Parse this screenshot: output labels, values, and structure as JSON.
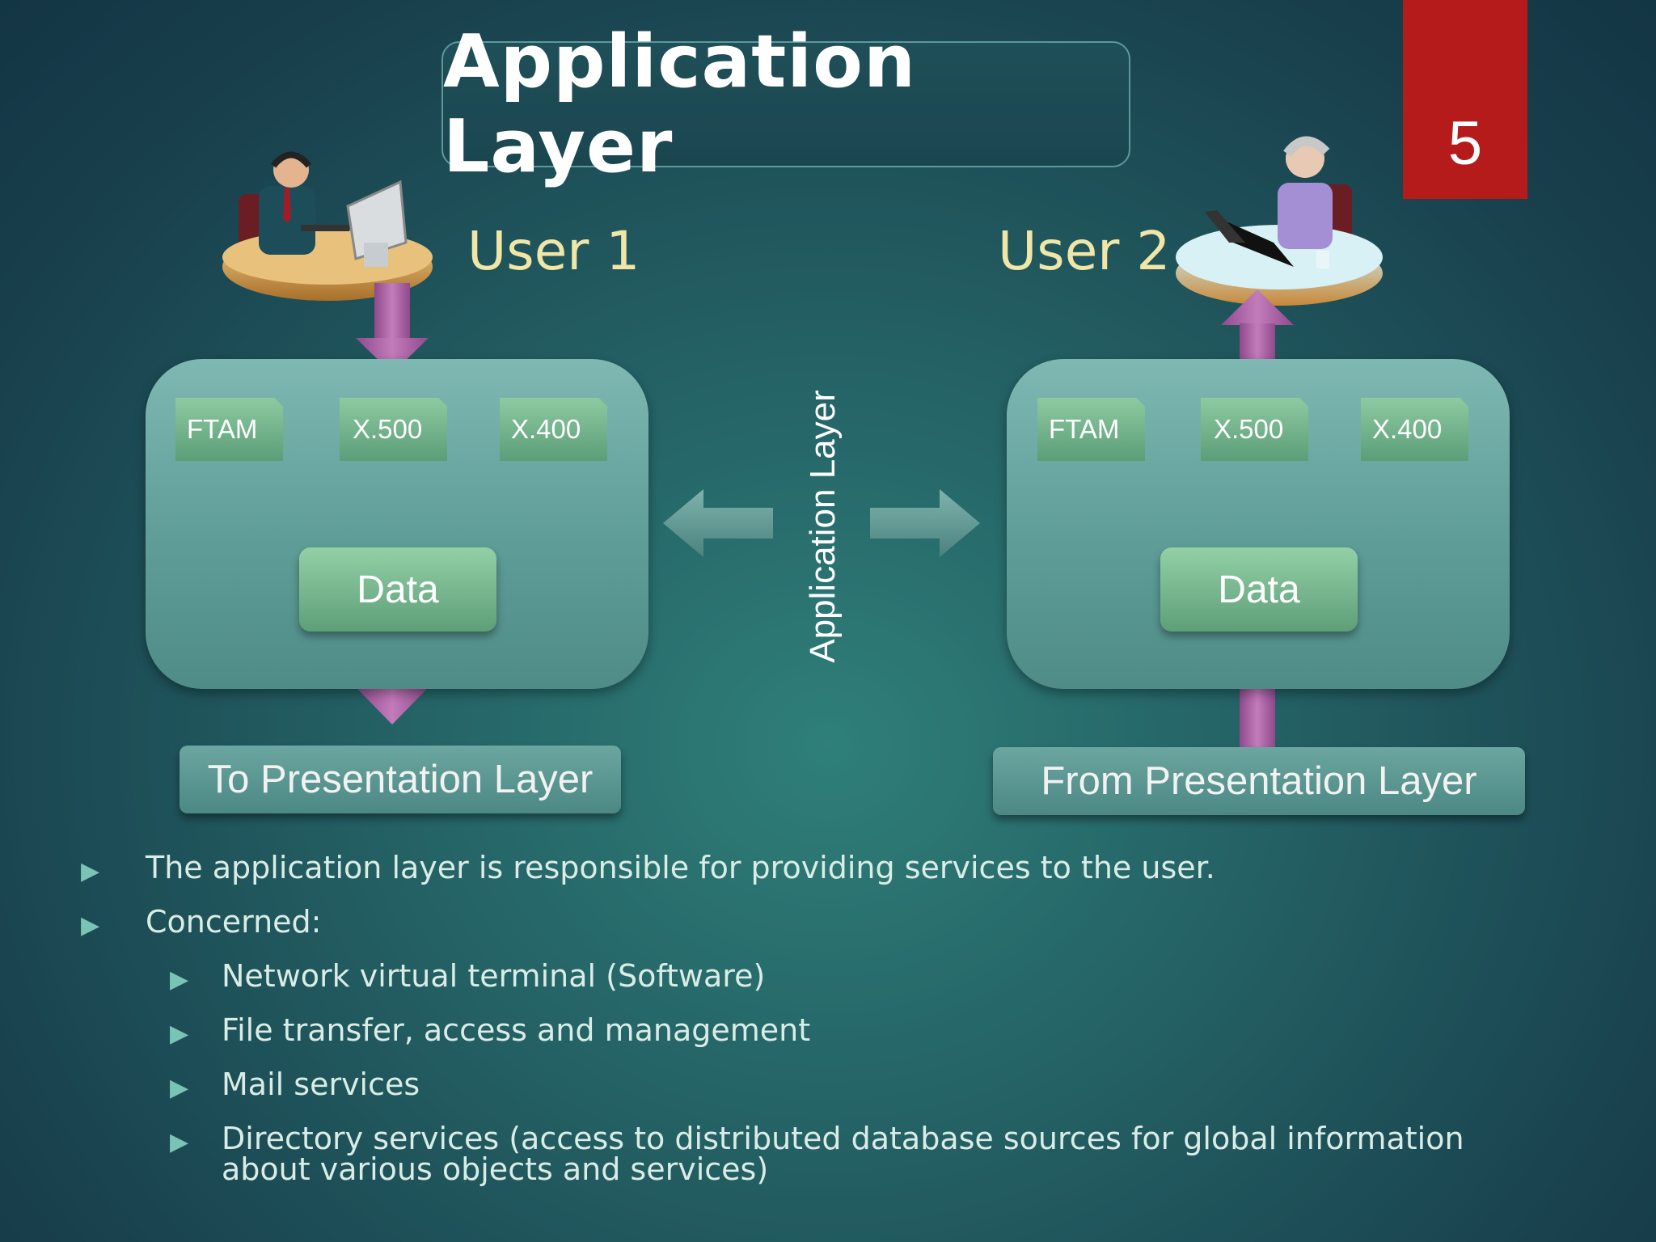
{
  "title": "Application Layer",
  "slide_number": "5",
  "user1": {
    "label": "User 1",
    "protocols": [
      "FTAM",
      "X.500",
      "X.400"
    ],
    "data_label": "Data",
    "presentation_label": "To Presentation Layer"
  },
  "user2": {
    "label": "User 2",
    "protocols": [
      "FTAM",
      "X.500",
      "X.400"
    ],
    "data_label": "Data",
    "presentation_label": "From Presentation Layer"
  },
  "center_label": "Application Layer",
  "bullets": [
    "The application layer is responsible for providing services to the user.",
    "Concerned:"
  ],
  "sub_bullets": [
    "Network virtual terminal (Software)",
    "File transfer, access and management",
    "Mail services",
    "Directory services (access to distributed database sources for global information about various objects and services)"
  ],
  "colors": {
    "slide_number_bg": "#b51b1b",
    "arrow_purple": "#b064a8",
    "user_label": "#f0e6a8",
    "bullet_marker": "#78c5b5"
  }
}
